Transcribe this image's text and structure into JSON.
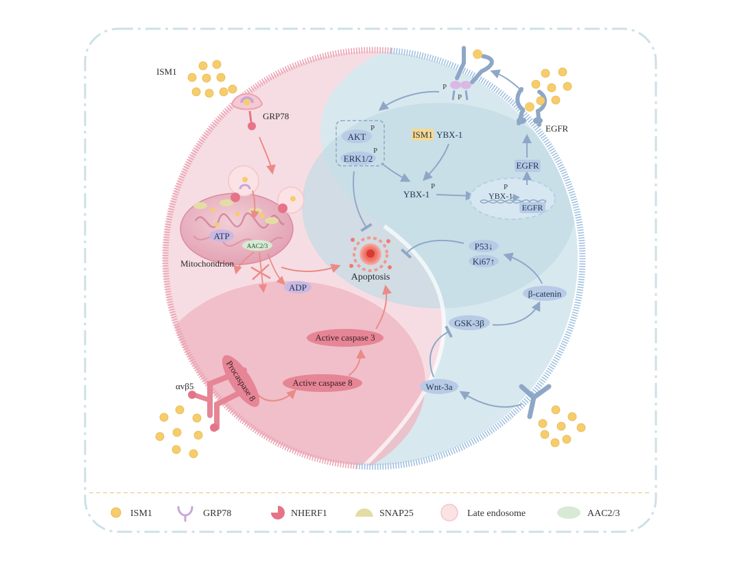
{
  "labels": {
    "ism1_top": "ISM1",
    "grp78": "GRP78",
    "mitochondrion": "Mitochondrion",
    "atp": "ATP",
    "aac23": "AAC2/3",
    "adp": "ADP",
    "apoptosis": "Apoptosis",
    "akt": "AKT",
    "erk": "ERK1/2",
    "p_mark": "P",
    "ism1_box": "ISM1",
    "ybx1": "YBX-1",
    "ybx1_center": "YBX-1",
    "ybx1_dna": "YBX-1",
    "egfr_dna": "EGFR",
    "egfr_box": "EGFR",
    "egfr_receptor": "EGFR",
    "p53": "P53↓",
    "ki67": "Ki67↑",
    "beta_catenin": "β-catenin",
    "gsk3b": "GSK-3β",
    "wnt3a": "Wnt-3a",
    "active_caspase3": "Active caspase 3",
    "active_caspase8": "Active caspase 8",
    "procaspase8": "Procaspase 8",
    "integrin": "αvβ5"
  },
  "legend": [
    {
      "label": "ISM1",
      "icon": "ism1-dot-icon"
    },
    {
      "label": "GRP78",
      "icon": "grp78-receptor-icon"
    },
    {
      "label": "NHERF1",
      "icon": "nherf1-icon"
    },
    {
      "label": "SNAP25",
      "icon": "snap25-icon"
    },
    {
      "label": "Late endosome",
      "icon": "late-endosome-icon"
    },
    {
      "label": "AAC2/3",
      "icon": "aac23-icon"
    }
  ],
  "colors": {
    "ism1": "#f5cd6c",
    "pink_region": "#f3c3cd",
    "blue_region": "#cfe1ea",
    "pink_membrane": "#eba2b2",
    "blue_membrane": "#9fc0e0",
    "blue_arrow": "#8ea7c6",
    "pink_arrow": "#ec8a86",
    "pill_blue": "#b7cbe7",
    "pill_pink": "#e58595"
  }
}
